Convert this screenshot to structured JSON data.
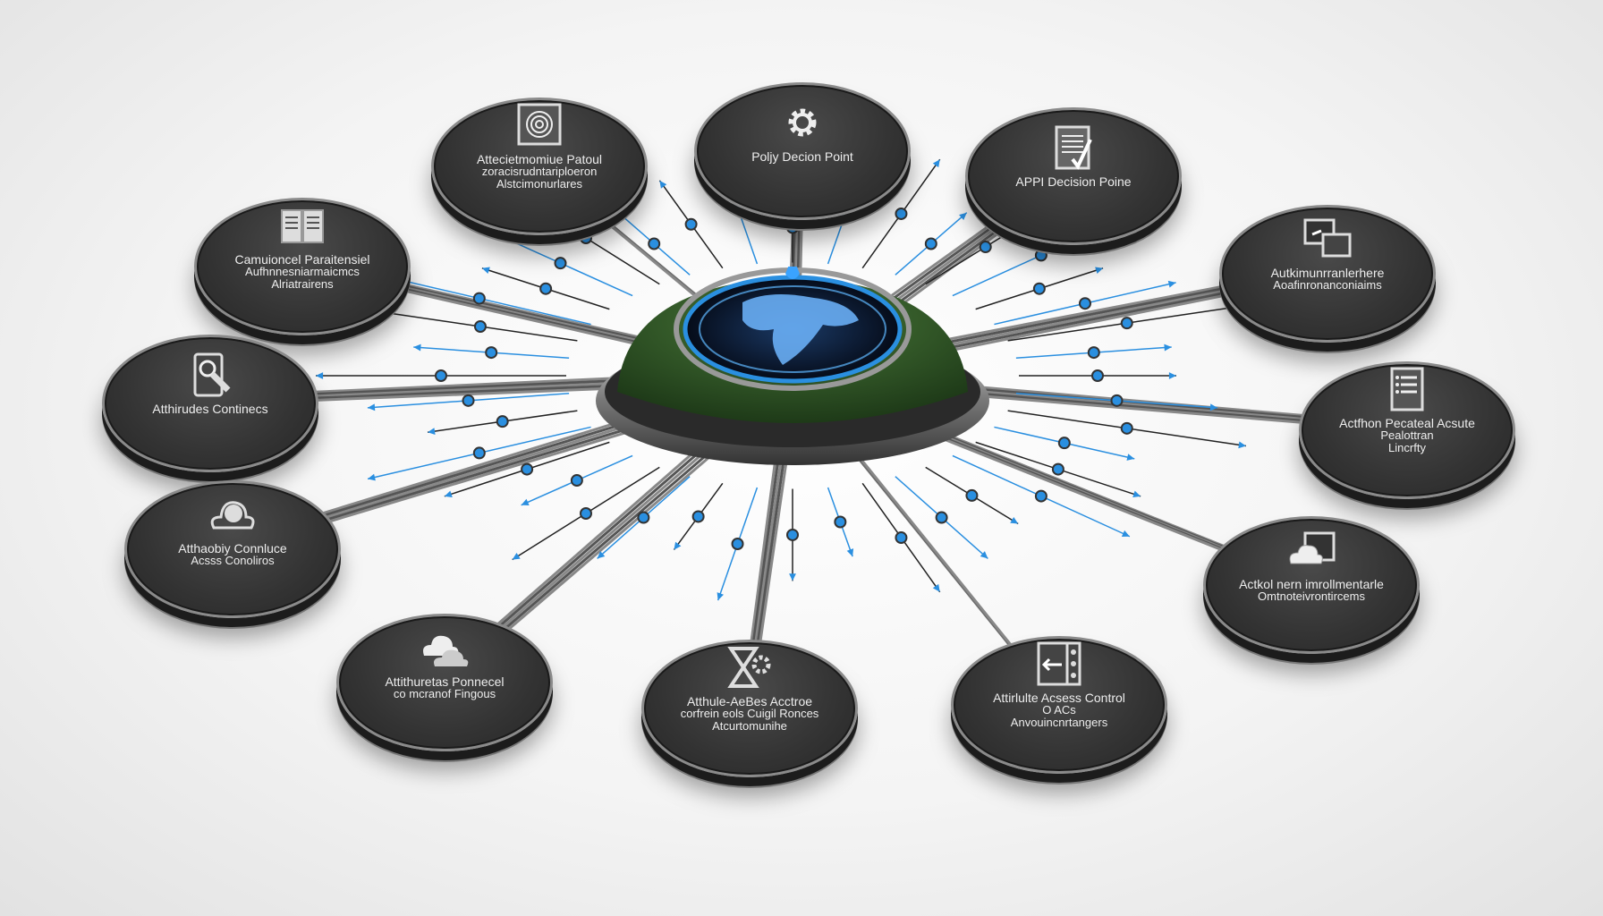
{
  "diagram": {
    "hub": {
      "icon": "globe-icon",
      "accent": "#2a8fe0"
    },
    "nodes": [
      {
        "id": "n1",
        "icon": "fingerprint-icon",
        "lines": [
          "Attecietmomiue Patoul",
          "zoracisrudntariploeron",
          "Alstcimonurlares"
        ]
      },
      {
        "id": "n2",
        "icon": "gear-icon",
        "lines": [
          "Poljy Decion Point"
        ]
      },
      {
        "id": "n3",
        "icon": "checklist-icon",
        "lines": [
          "APPI Decision Poine"
        ]
      },
      {
        "id": "n4",
        "icon": "book-icon",
        "lines": [
          "Camuioncel Paraitensiel",
          "Aufhnnesniarmaicmcs",
          "Alriatrairens"
        ]
      },
      {
        "id": "n5",
        "icon": "screens-icon",
        "lines": [
          "Autkimunrranlerhere",
          "Aoafinronanconiaims"
        ]
      },
      {
        "id": "n6",
        "icon": "search-device-icon",
        "lines": [
          "Atthirudes  Continecs"
        ]
      },
      {
        "id": "n7",
        "icon": "list-document-icon",
        "lines": [
          "Actfhon  Pecateal Acsute",
          "Pealottran",
          "Lincrfty"
        ]
      },
      {
        "id": "n8",
        "icon": "cloud-icon",
        "lines": [
          "Atthaobiy Connluce",
          "Acsss Conoliros"
        ]
      },
      {
        "id": "n9",
        "icon": "cloud-window-icon",
        "lines": [
          "Actkol nern imrollmentarle",
          "Omtnoteivrontircems"
        ]
      },
      {
        "id": "n10",
        "icon": "clouds-icon",
        "lines": [
          "Attithuretas Ponnecel",
          "co mcranof Fingous"
        ]
      },
      {
        "id": "n11",
        "icon": "hourglass-gear-icon",
        "lines": [
          "Atthule-AeBes  Acctroe",
          "corfrein eols Cuigil Ronces",
          "Atcurtomunihe"
        ]
      },
      {
        "id": "n12",
        "icon": "panel-arrow-icon",
        "lines": [
          "Attirlulte Acsess Control",
          "O ACs",
          "Anvouincnrtangers"
        ]
      }
    ]
  }
}
